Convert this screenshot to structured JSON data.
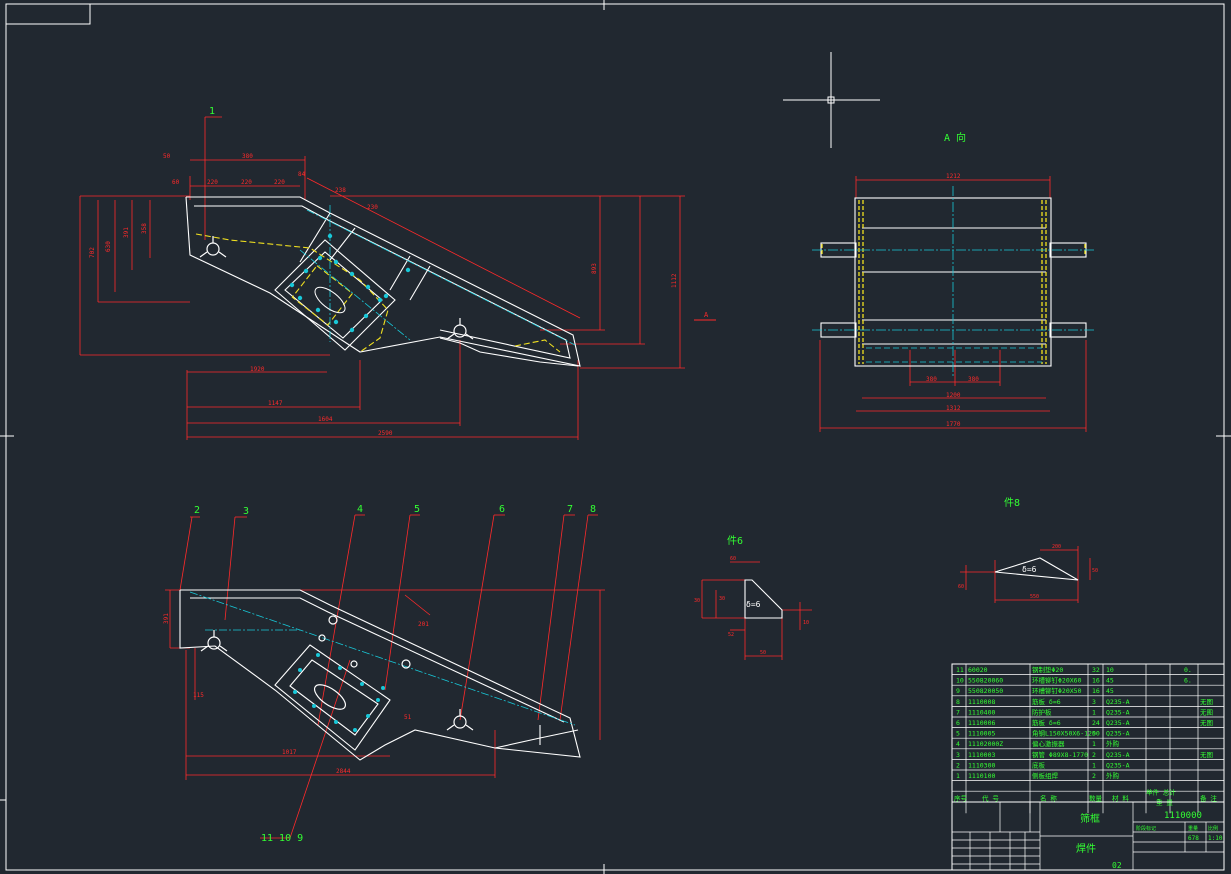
{
  "colors": {
    "background": "#212830",
    "outline": "#ffffff",
    "dimension": "#ff2a2a",
    "label": "#33ff33",
    "centerline": "#18c8d8",
    "hidden": "#f0e020"
  },
  "views": {
    "view_a_title": "A 向",
    "view_a_arrow": "A",
    "part6_title": "件6",
    "part6_thickness": "δ=6",
    "part8_title": "件8",
    "part8_thickness": "δ=6"
  },
  "item_balloons": {
    "top": [
      "1"
    ],
    "bottom": [
      "2",
      "3",
      "4",
      "5",
      "6",
      "7",
      "8"
    ],
    "bottom_left": "11 10 9"
  },
  "dims": {
    "top_view": [
      "50",
      "380",
      "60",
      "220",
      "220",
      "220",
      "84",
      "238",
      "230",
      "1920",
      "1147",
      "1604",
      "2590",
      "893",
      "1112",
      "702",
      "630",
      "391",
      "358"
    ],
    "a_view": [
      "1212",
      "380",
      "380",
      "1200",
      "1312",
      "1770"
    ],
    "bottom_view": [
      "391",
      "115",
      "1017",
      "2844",
      "51",
      "201"
    ],
    "part6": [
      "60",
      "30",
      "30",
      "52",
      "50",
      "10"
    ],
    "part8": [
      "200",
      "50",
      "550",
      "60"
    ]
  },
  "bom": {
    "rows": [
      {
        "no": "11",
        "code": "60020",
        "name": "钢制垫Φ20",
        "qty": "32",
        "mat": "10",
        "wt": "0.",
        "note": ""
      },
      {
        "no": "10",
        "code": "550820060",
        "name": "环槽铆钉Φ20X60",
        "qty": "16",
        "mat": "45",
        "wt": "6.",
        "note": ""
      },
      {
        "no": "9",
        "code": "550820050",
        "name": "环槽铆钉Φ20X50",
        "qty": "16",
        "mat": "45",
        "wt": "",
        "note": ""
      },
      {
        "no": "8",
        "code": "1110008",
        "name": "筋板 δ=6",
        "qty": "3",
        "mat": "Q235-A",
        "wt": "",
        "note": "无图"
      },
      {
        "no": "7",
        "code": "1110400",
        "name": "防护板",
        "qty": "1",
        "mat": "Q235-A",
        "wt": "",
        "note": "无图"
      },
      {
        "no": "6",
        "code": "1110006",
        "name": "筋板 δ=6",
        "qty": "24",
        "mat": "Q235-A",
        "wt": "",
        "note": "无图"
      },
      {
        "no": "5",
        "code": "1110005",
        "name": "角钢L150X50X6-1200",
        "qty": "5",
        "mat": "Q235-A",
        "wt": "",
        "note": ""
      },
      {
        "no": "4",
        "code": "11102000Z",
        "name": "偏心激振器",
        "qty": "1",
        "mat": "外购",
        "wt": "",
        "note": ""
      },
      {
        "no": "3",
        "code": "1110003",
        "name": "钢管 Φ89X8-1770",
        "qty": "2",
        "mat": "Q235-A",
        "wt": "",
        "note": "无图"
      },
      {
        "no": "2",
        "code": "1110300",
        "name": "底板",
        "qty": "1",
        "mat": "Q235-A",
        "wt": "",
        "note": ""
      },
      {
        "no": "1",
        "code": "1110100",
        "name": "侧板组焊",
        "qty": "2",
        "mat": "外购",
        "wt": "",
        "note": ""
      }
    ],
    "header": {
      "no": "序号",
      "code": "代 号",
      "name": "名 称",
      "qty": "数量",
      "mat": "材 料",
      "wt": "单件 总计",
      "wt2": "重 量",
      "note": "备 注"
    }
  },
  "title_block": {
    "drawing_no": "1110000",
    "name": "筛框",
    "type": "焊件",
    "weight": "678",
    "scale": "1:10",
    "sheet": "02",
    "stage_label": "阶段标记",
    "weight_label": "重量",
    "scale_label": "比例"
  }
}
